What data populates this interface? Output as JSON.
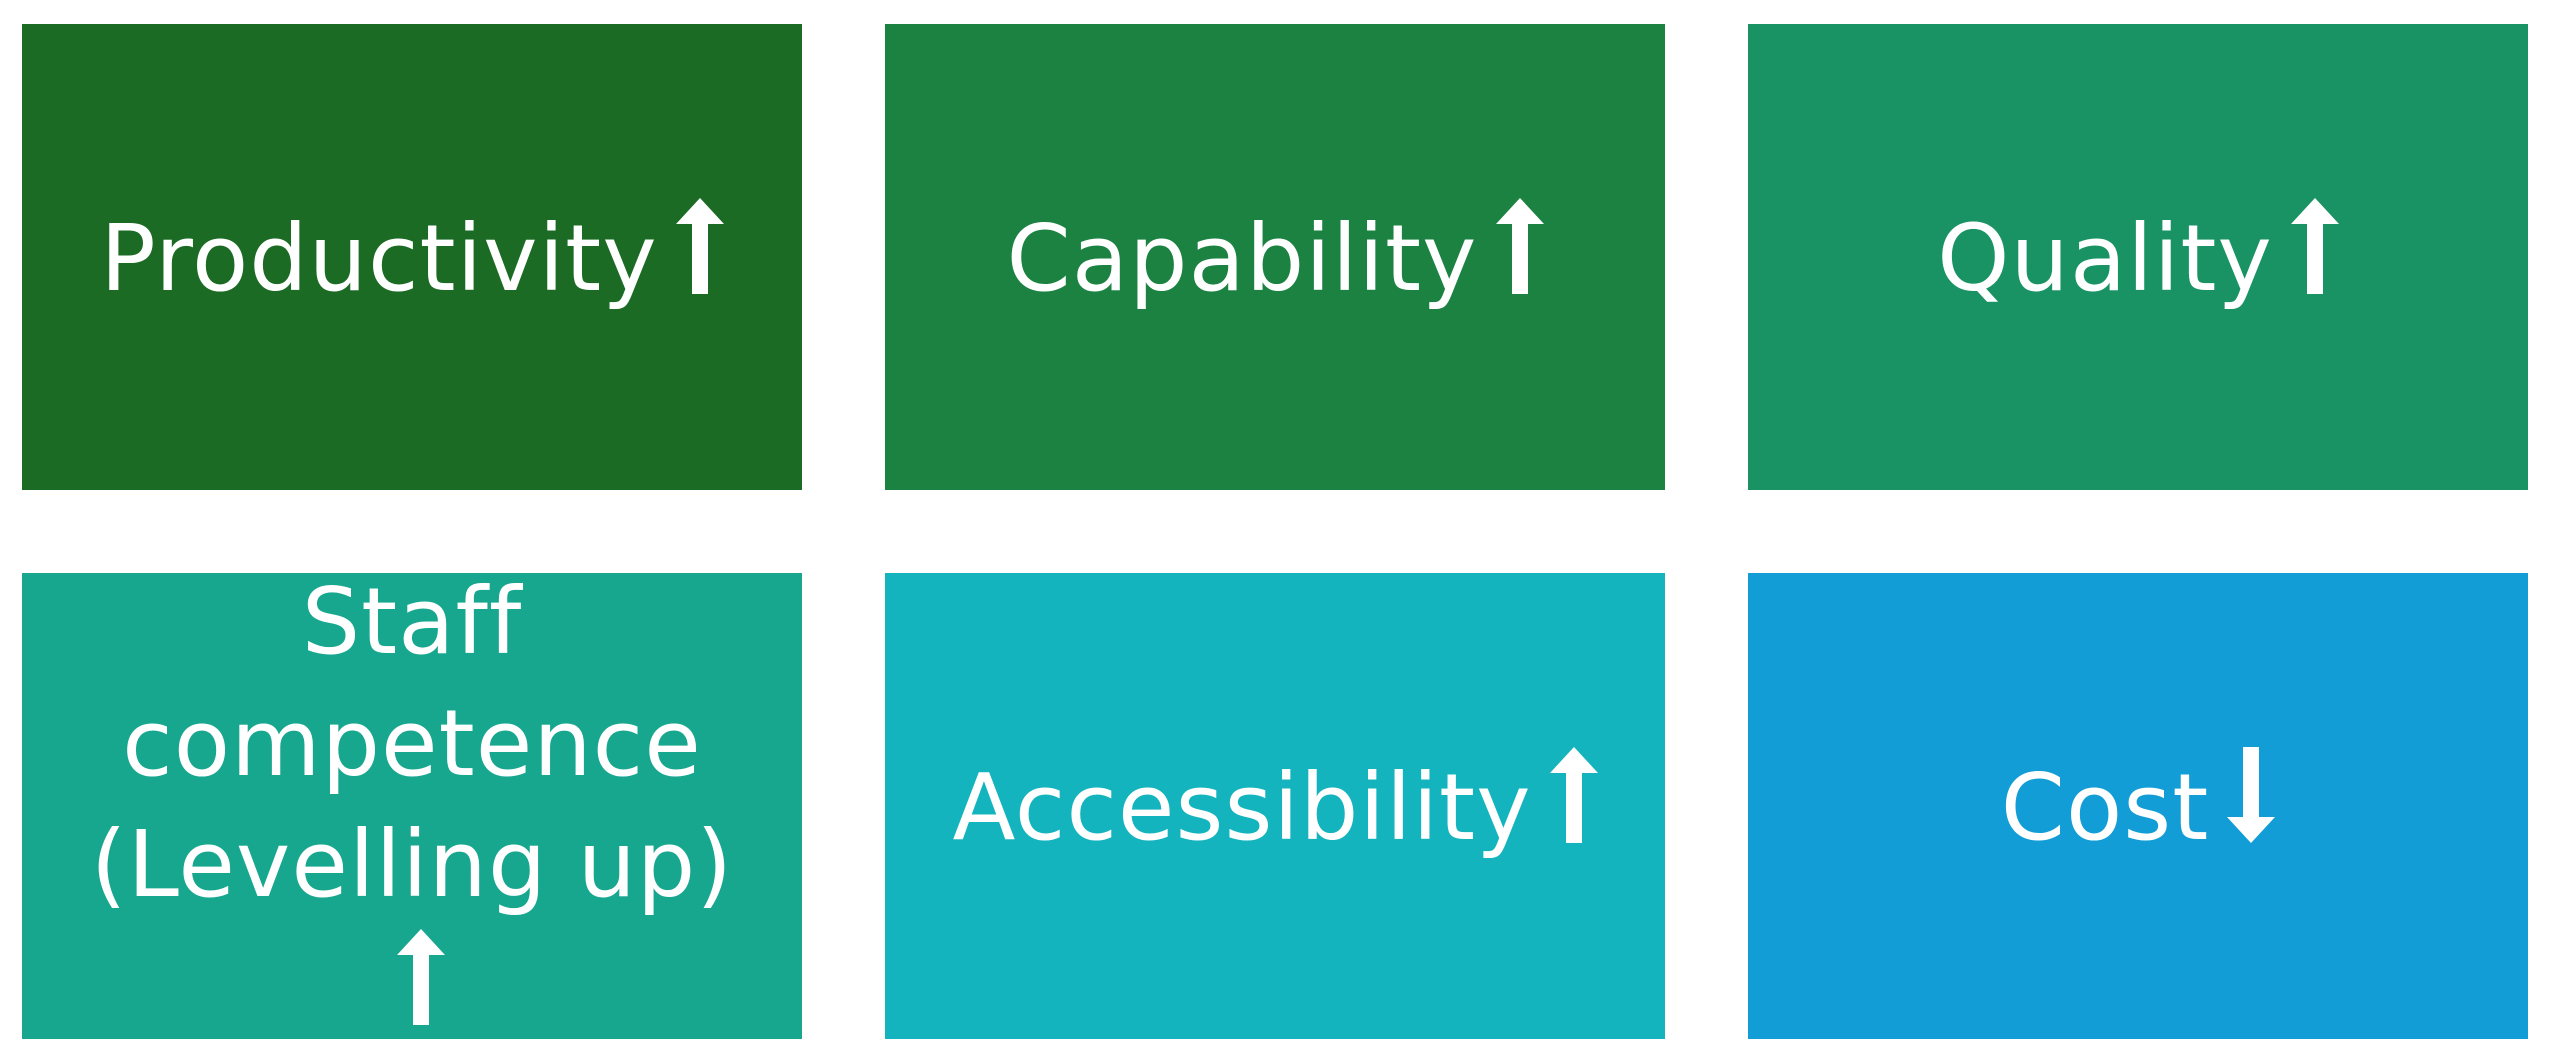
{
  "tiles": [
    {
      "label": "Productivity",
      "arrow": "up",
      "color": "#1B6B24"
    },
    {
      "label": "Capability",
      "arrow": "up",
      "color": "#1B8242"
    },
    {
      "label": "Quality",
      "arrow": "up",
      "color": "#199364"
    },
    {
      "label": "Staff competence (Levelling up)",
      "arrow": "up",
      "color": "#17A78F"
    },
    {
      "label": "Accessibility",
      "arrow": "up",
      "color": "#14B4BE"
    },
    {
      "label": "Cost",
      "arrow": "down",
      "color": "#139DD6"
    }
  ]
}
